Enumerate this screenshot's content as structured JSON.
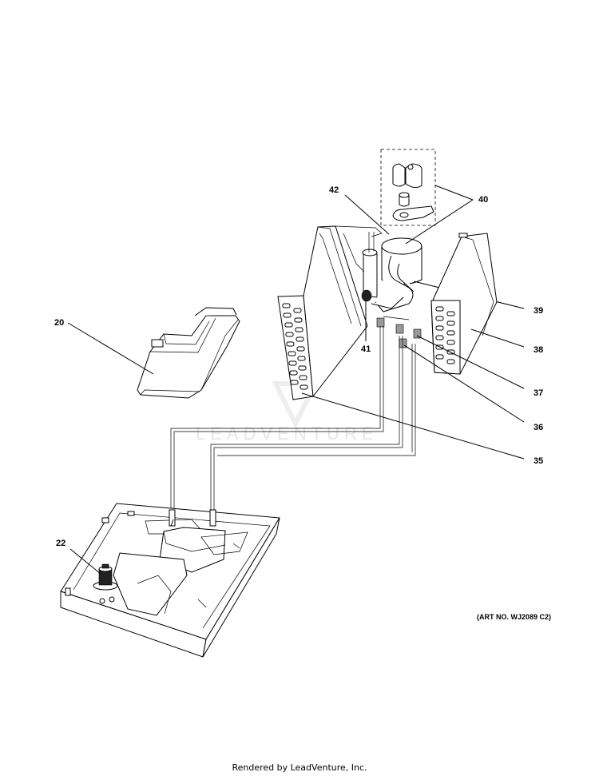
{
  "labels": {
    "p20": "20",
    "p22": "22",
    "p35": "35",
    "p36": "36",
    "p37": "37",
    "p38": "38",
    "p39": "39",
    "p40": "40",
    "p41": "41",
    "p42": "42"
  },
  "watermark": "LEADVENTURE",
  "art_number": "(ART NO. WJ2089 C2)",
  "footer": "Rendered by LeadVenture, Inc."
}
